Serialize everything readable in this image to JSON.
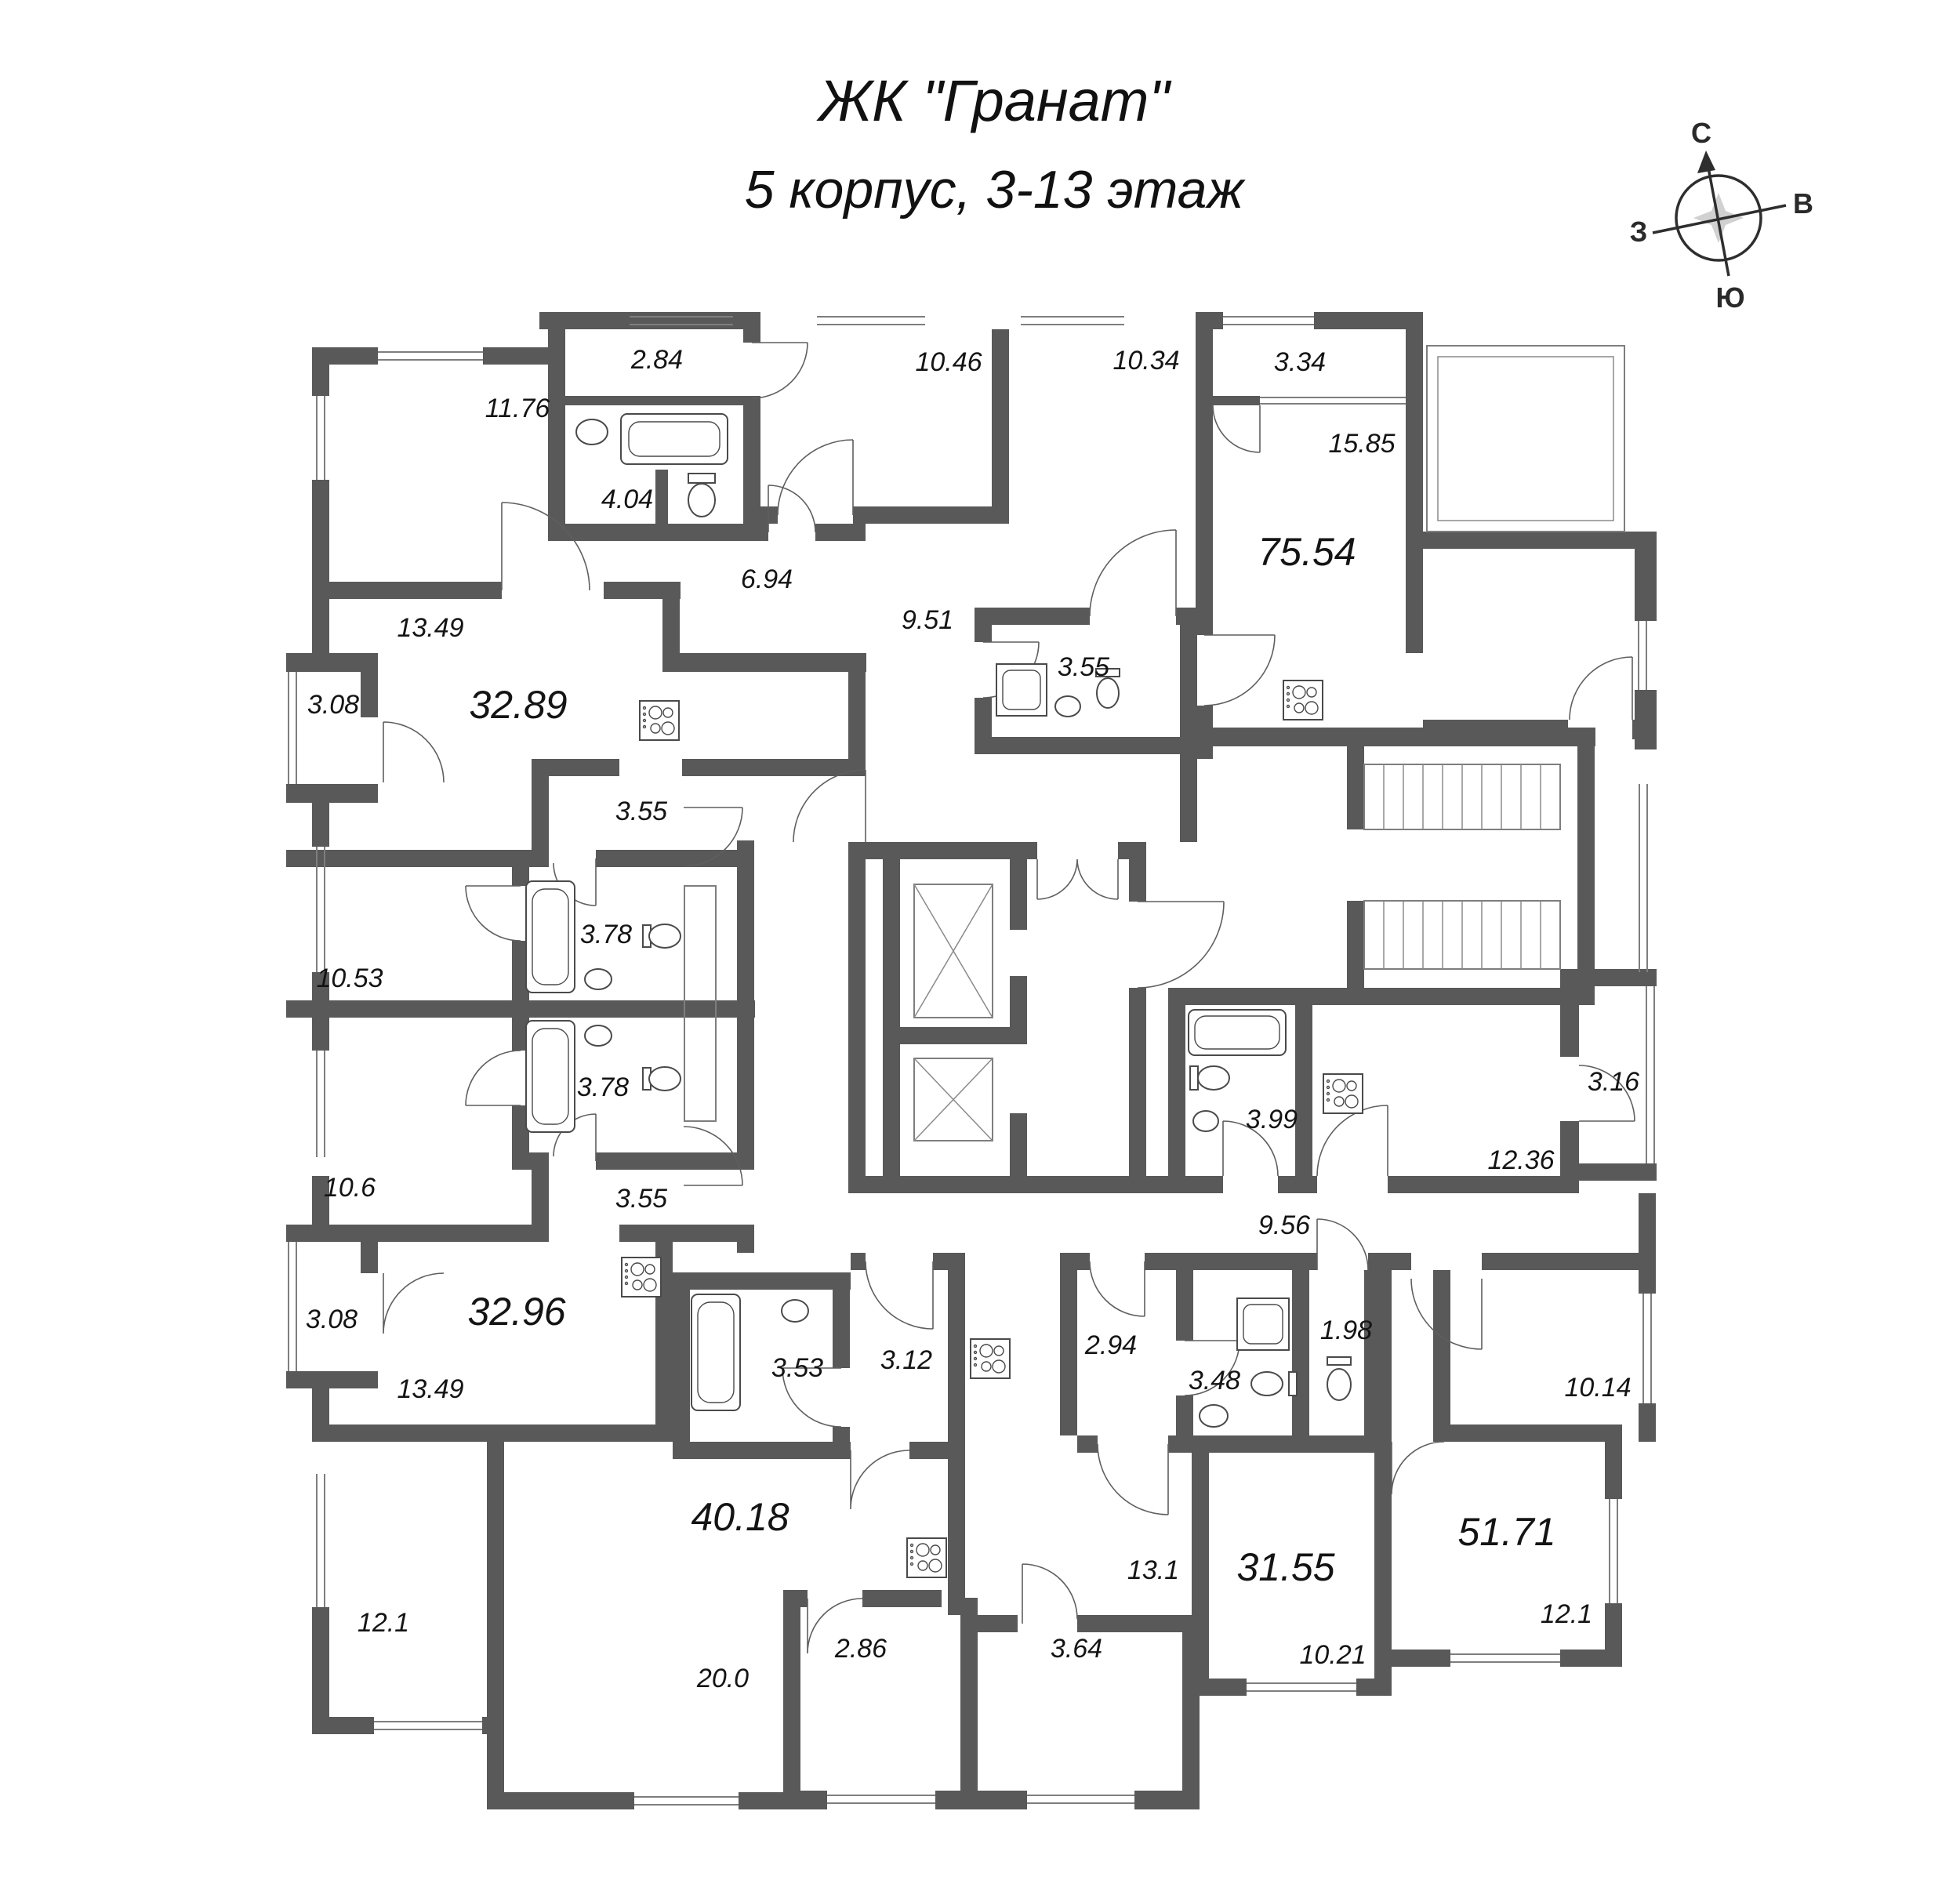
{
  "title": {
    "line1": "ЖК \"Гранат\"",
    "line2": "5 корпус, 3-13 этаж"
  },
  "compass": {
    "north": "С",
    "east": "В",
    "south": "Ю",
    "west": "З"
  },
  "apartments": {
    "a1": "32.89",
    "a2": "75.54",
    "a3": "32.96",
    "a4": "40.18",
    "a5": "31.55",
    "a6": "51.71"
  },
  "rooms": {
    "r1": "11.76",
    "r2": "2.84",
    "r3": "4.04",
    "r4": "6.94",
    "r5": "9.51",
    "r6": "10.46",
    "r7": "10.34",
    "r8": "3.34",
    "r9": "15.85",
    "r10": "3.55",
    "r11": "13.49",
    "r12": "3.08",
    "r13": "3.55",
    "r14": "3.78",
    "r15": "10.53",
    "r16": "3.78",
    "r17": "10.6",
    "r18": "3.55",
    "r19": "3.99",
    "r20": "3.16",
    "r21": "12.36",
    "r22": "9.56",
    "r23": "13.49",
    "r24": "3.08",
    "r25": "12.1",
    "r26": "20.0",
    "r27": "2.86",
    "r28": "3.64",
    "r29": "3.53",
    "r30": "3.12",
    "r31": "2.94",
    "r32": "3.48",
    "r33": "1.98",
    "r34": "13.1",
    "r35": "10.21",
    "r36": "10.14",
    "r37": "12.1"
  }
}
